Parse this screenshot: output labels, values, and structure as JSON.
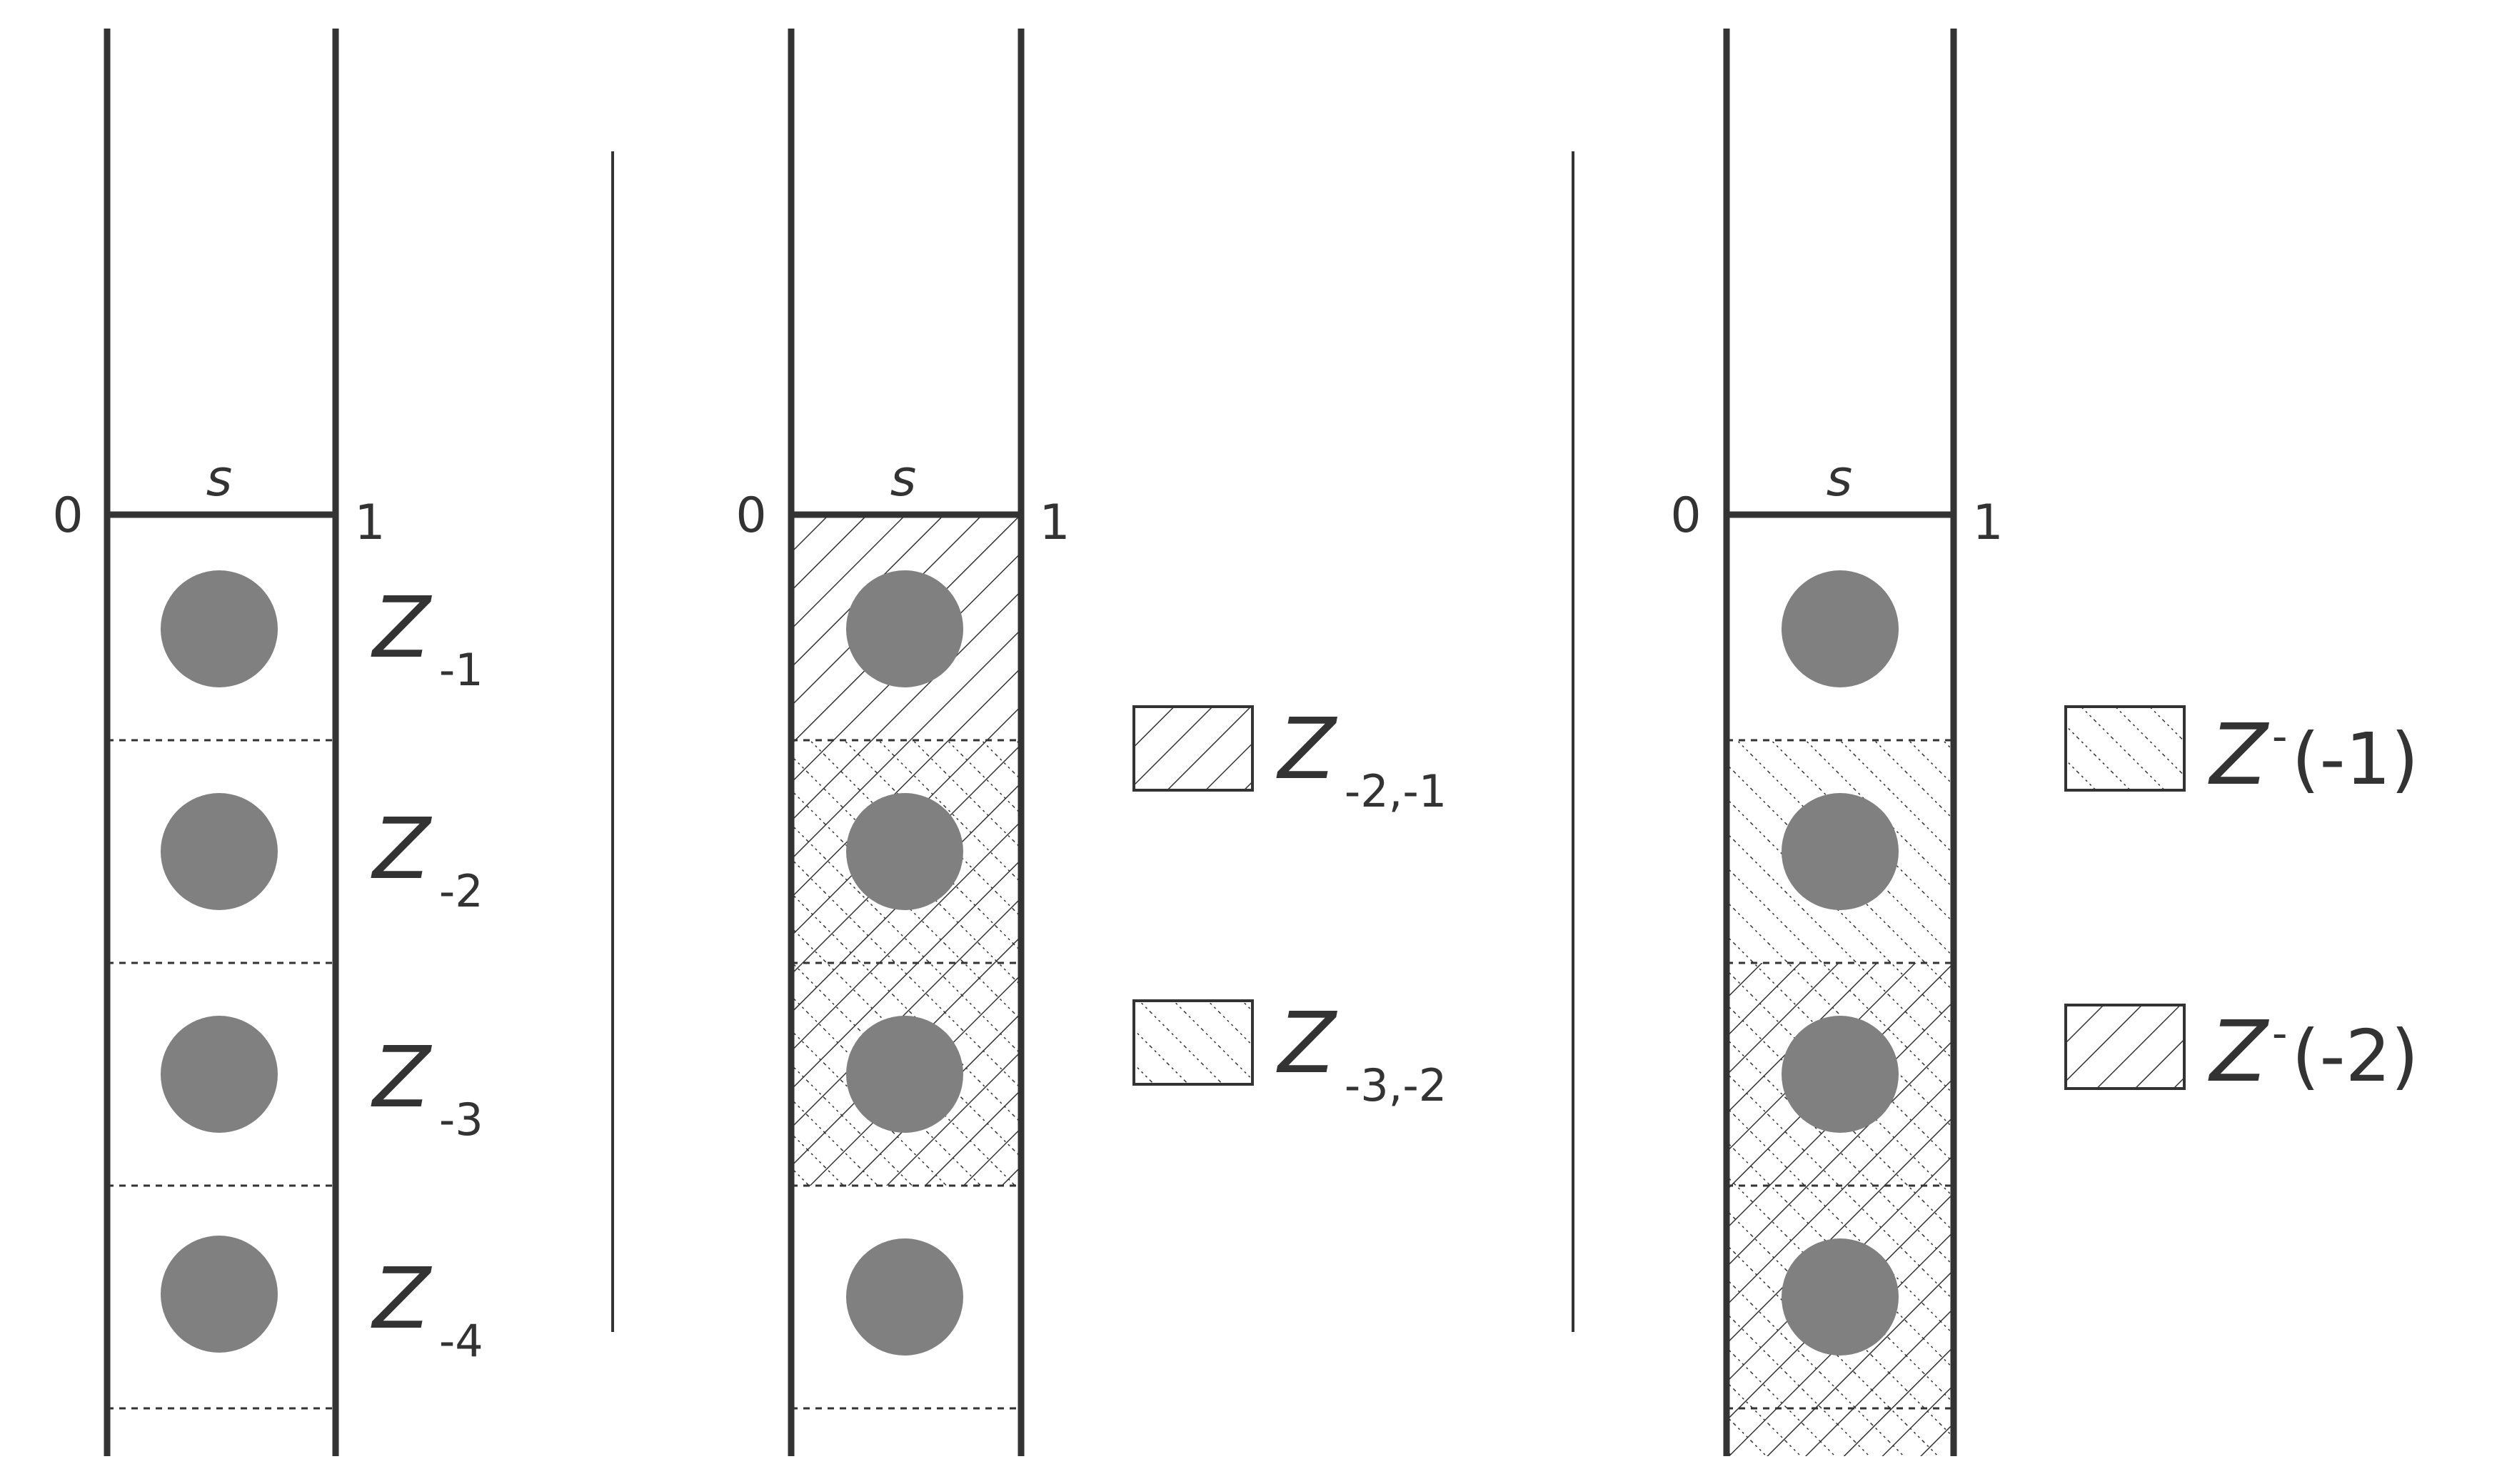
{
  "colors": {
    "line": "#333333",
    "ball": "#808080",
    "background": "#ffffff"
  },
  "panels": [
    {
      "id": "left",
      "top_label": "s",
      "left_tick": "0",
      "right_tick": "1",
      "cell_labels": [
        {
          "letter": "Z",
          "sub": "-1"
        },
        {
          "letter": "Z",
          "sub": "-2"
        },
        {
          "letter": "Z",
          "sub": "-3"
        },
        {
          "letter": "Z",
          "sub": "-4"
        }
      ]
    },
    {
      "id": "middle",
      "top_label": "s",
      "left_tick": "0",
      "right_tick": "1",
      "legend": [
        {
          "pattern": "hatch-forward",
          "letter": "Z",
          "sub": "-2,-1"
        },
        {
          "pattern": "hatch-dotted-back",
          "letter": "Z",
          "sub": "-3,-2"
        }
      ]
    },
    {
      "id": "right",
      "top_label": "s",
      "left_tick": "0",
      "right_tick": "1",
      "legend": [
        {
          "pattern": "hatch-dotted-back",
          "letter": "Z",
          "sup": "-",
          "arg": "(-1)"
        },
        {
          "pattern": "hatch-forward",
          "letter": "Z",
          "sup": "-",
          "arg": "(-2)"
        }
      ]
    }
  ]
}
